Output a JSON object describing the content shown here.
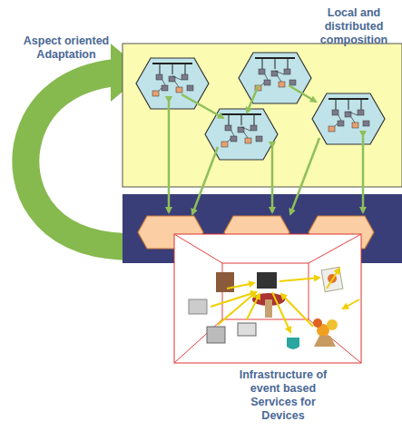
{
  "diagram": {
    "labels": [
      "Aspect oriented Adaptation",
      "Local and distributed composition",
      "Infrastructure of event based Services for Devices"
    ]
  }
}
